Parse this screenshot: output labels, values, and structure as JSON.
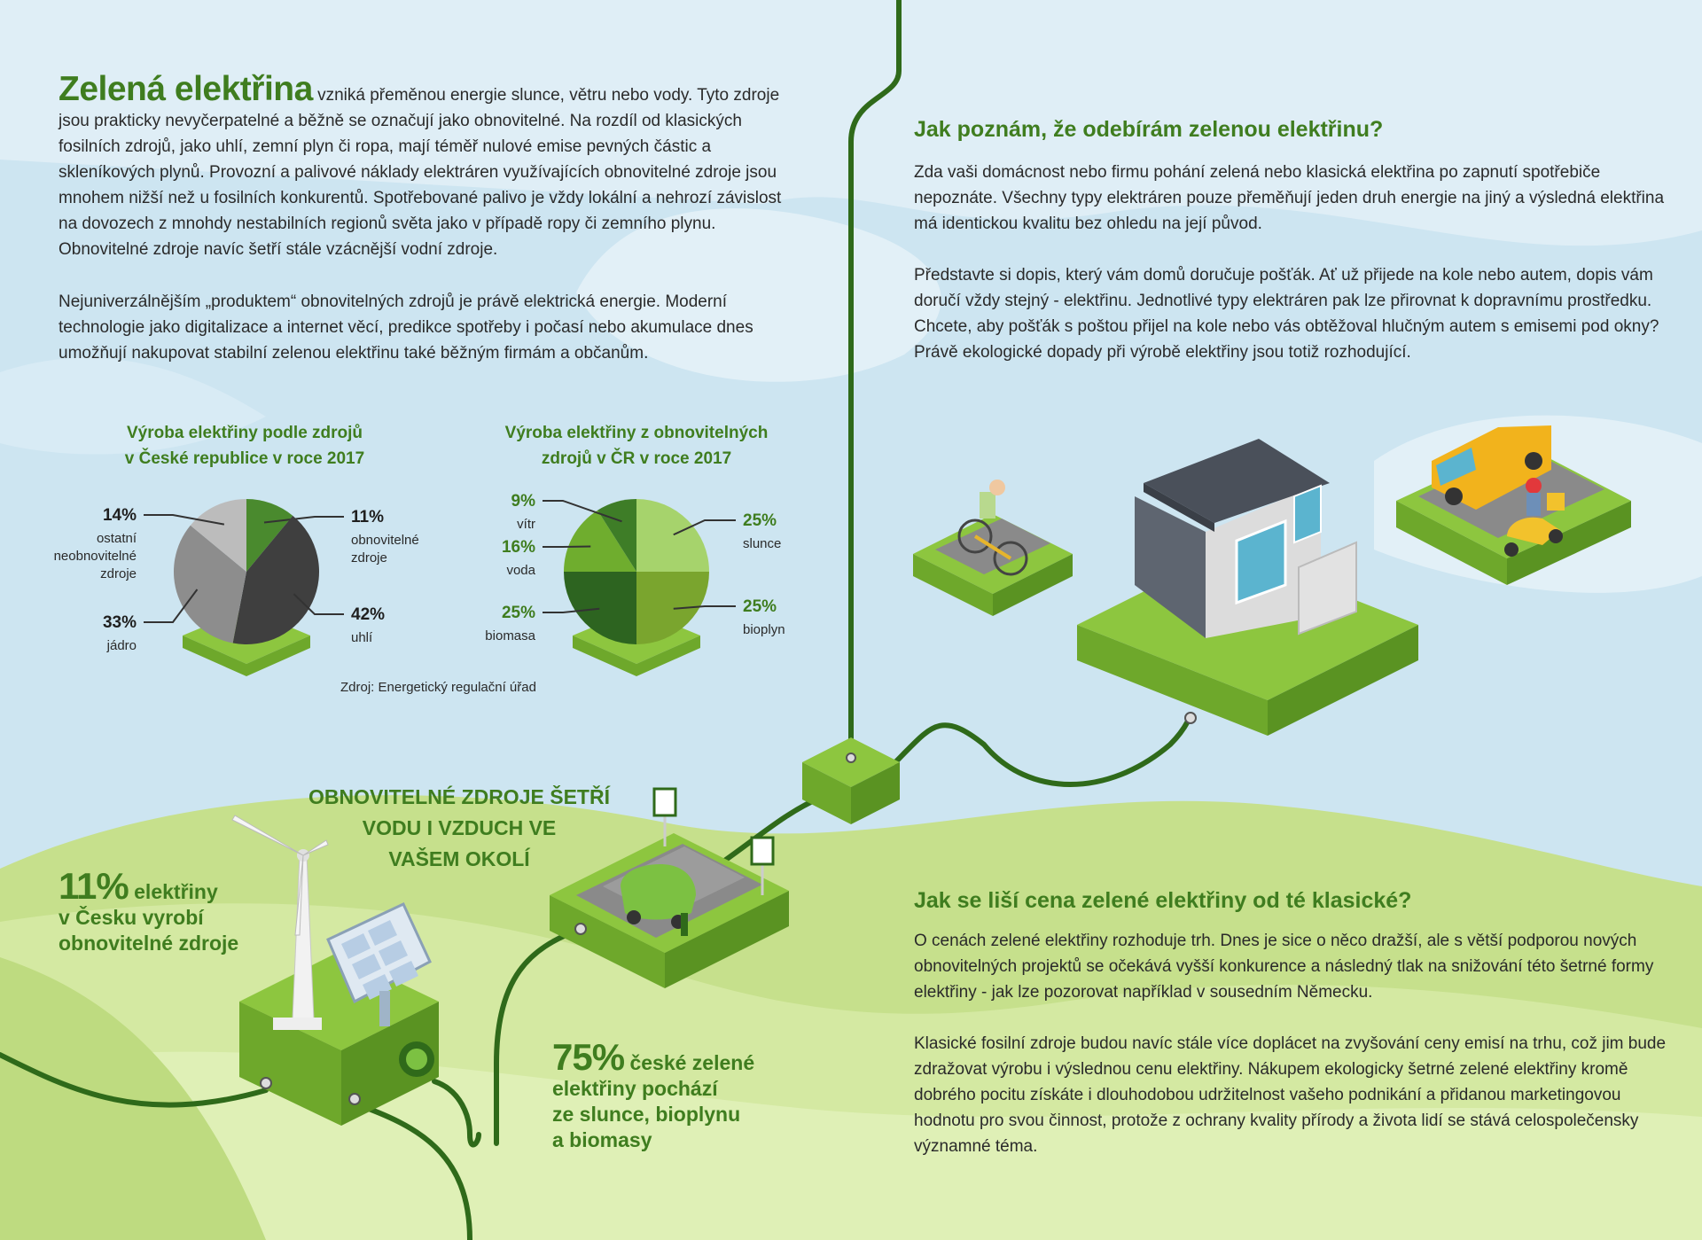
{
  "intro": {
    "brand": "Zelená elektřina",
    "p1": "vzniká přeměnou energie slunce, větru nebo vody. Tyto zdroje jsou prakticky nevyčerpatelné a běžně se označují jako obnovitelné. Na rozdíl od klasických fosilních zdrojů, jako uhlí, zemní plyn či ropa, mají téměř nulové emise pevných částic a skleníkových plynů. Provozní a palivové náklady elektráren využívajících obnovitelné zdroje jsou mnohem nižší než u fosilních konkurentů. Spotřebované palivo je vždy lokální a nehrozí závislost na dovozech z mnohdy nestabilních regionů světa jako v případě ropy či zemního plynu. Obnovitelné zdroje navíc šetří stále vzácnější vodní zdroje.",
    "p2": "Nejuniverzálnějším „produktem“ obnovitelných zdrojů je právě elektrická energie. Moderní technologie jako digitalizace a internet věcí, predikce spotřeby i počasí nebo akumulace dnes umožňují nakupovat stabilní zelenou elektřinu také běžným firmám a občanům."
  },
  "right_top": {
    "heading": "Jak poznám, že odebírám zelenou elektřinu?",
    "p1": "Zda vaši domácnost nebo firmu pohání zelená nebo klasická elektřina po zapnutí spotřebiče nepoznáte. Všechny typy elektráren pouze přeměňují jeden druh energie na jiný a výsledná elektřina má identickou kvalitu bez ohledu na její původ.",
    "p2": "Představte si dopis, který vám domů doručuje pošťák. Ať už přijede na kole nebo autem, dopis vám doručí vždy stejný - elektřinu. Jednotlivé typy elektráren pak lze přirovnat k dopravnímu prostředku. Chcete, aby pošťák s poštou přijel na kole nebo vás obtěžoval hlučným autem s emisemi pod okny? Právě ekologické dopady při výrobě elektřiny jsou totiž rozhodující."
  },
  "right_bottom": {
    "heading": "Jak se liší cena zelené elektřiny od té klasické?",
    "p1": "O cenách zelené elektřiny rozhoduje trh. Dnes je sice o něco dražší, ale s větší podporou nových obnovitelných projektů se očekává vyšší konkurence a následný tlak na snižování této šetrné formy elektřiny - jak lze pozorovat například v sousedním Německu.",
    "p2": "Klasické fosilní zdroje budou navíc stále více doplácet na zvyšování ceny emisí na trhu, což jim bude zdražovat výrobu i výslednou cenu elektřiny. Nákupem ekologicky šetrné zelené elektřiny kromě dobrého pocitu získáte i dlouhodobou udržitelnost vašeho podnikání a přidanou marketingovou hodnotu pro svou činnost, protože z ochrany kvality přírody a života lidí se stává celospolečensky významné téma."
  },
  "stats": {
    "stat1_num": "11%",
    "stat1_l1": "elektřiny",
    "stat1_l2": "v Česku vyrobí",
    "stat1_l3": "obnovitelné zdroje",
    "stat2_num": "75%",
    "stat2_l1": "české zelené",
    "stat2_l2": "elektřiny pochází",
    "stat2_l3": "ze slunce, bioplynu",
    "stat2_l4": "a biomasy"
  },
  "slogan": {
    "l1": "OBNOVITELNÉ ZDROJE ŠETŘÍ",
    "l2": "VODU I VZDUCH VE",
    "l3": "VAŠEM OKOLÍ"
  },
  "source": "Zdroj: Energetický regulační úřad",
  "colors": {
    "brand_green": "#3f7d1f",
    "sky": "#cfe6f1",
    "grass": "#c6e08c",
    "cable": "#2f6a1a"
  },
  "chart_data": [
    {
      "type": "pie",
      "title_l1": "Výroba elektřiny podle zdrojů",
      "title_l2": "v České republice v roce 2017",
      "slices": [
        {
          "label": "11%",
          "name": "obnovitelné zdroje",
          "name_l1": "obnovitelné",
          "name_l2": "zdroje",
          "name_l3": "",
          "value": 11,
          "color": "#4a8a2e"
        },
        {
          "label": "42%",
          "name": "uhlí",
          "name_l1": "uhlí",
          "name_l2": "",
          "name_l3": "",
          "value": 42,
          "color": "#3f3f3f"
        },
        {
          "label": "33%",
          "name": "jádro",
          "name_l1": "jádro",
          "name_l2": "",
          "name_l3": "",
          "value": 33,
          "color": "#8d8d8d"
        },
        {
          "label": "14%",
          "name": "ostatní neobnovitelné zdroje",
          "name_l1": "ostatní",
          "name_l2": "neobnovitelné",
          "name_l3": "zdroje",
          "value": 14,
          "color": "#bcbcbc"
        }
      ]
    },
    {
      "type": "pie",
      "title_l1": "Výroba elektřiny z obnovitelných",
      "title_l2": "zdrojů v ČR v roce 2017",
      "slices": [
        {
          "label": "25%",
          "name": "slunce",
          "name_l1": "slunce",
          "name_l2": "",
          "name_l3": "",
          "value": 25,
          "color": "#a6d36c"
        },
        {
          "label": "25%",
          "name": "bioplyn",
          "name_l1": "bioplyn",
          "name_l2": "",
          "name_l3": "",
          "value": 25,
          "color": "#7aa52e"
        },
        {
          "label": "25%",
          "name": "biomasa",
          "name_l1": "biomasa",
          "name_l2": "",
          "name_l3": "",
          "value": 25,
          "color": "#2d6420"
        },
        {
          "label": "16%",
          "name": "voda",
          "name_l1": "voda",
          "name_l2": "",
          "name_l3": "",
          "value": 16,
          "color": "#6fad2e"
        },
        {
          "label": "9%",
          "name": "vítr",
          "name_l1": "vítr",
          "name_l2": "",
          "name_l3": "",
          "value": 9,
          "color": "#3e7d27"
        }
      ]
    }
  ]
}
